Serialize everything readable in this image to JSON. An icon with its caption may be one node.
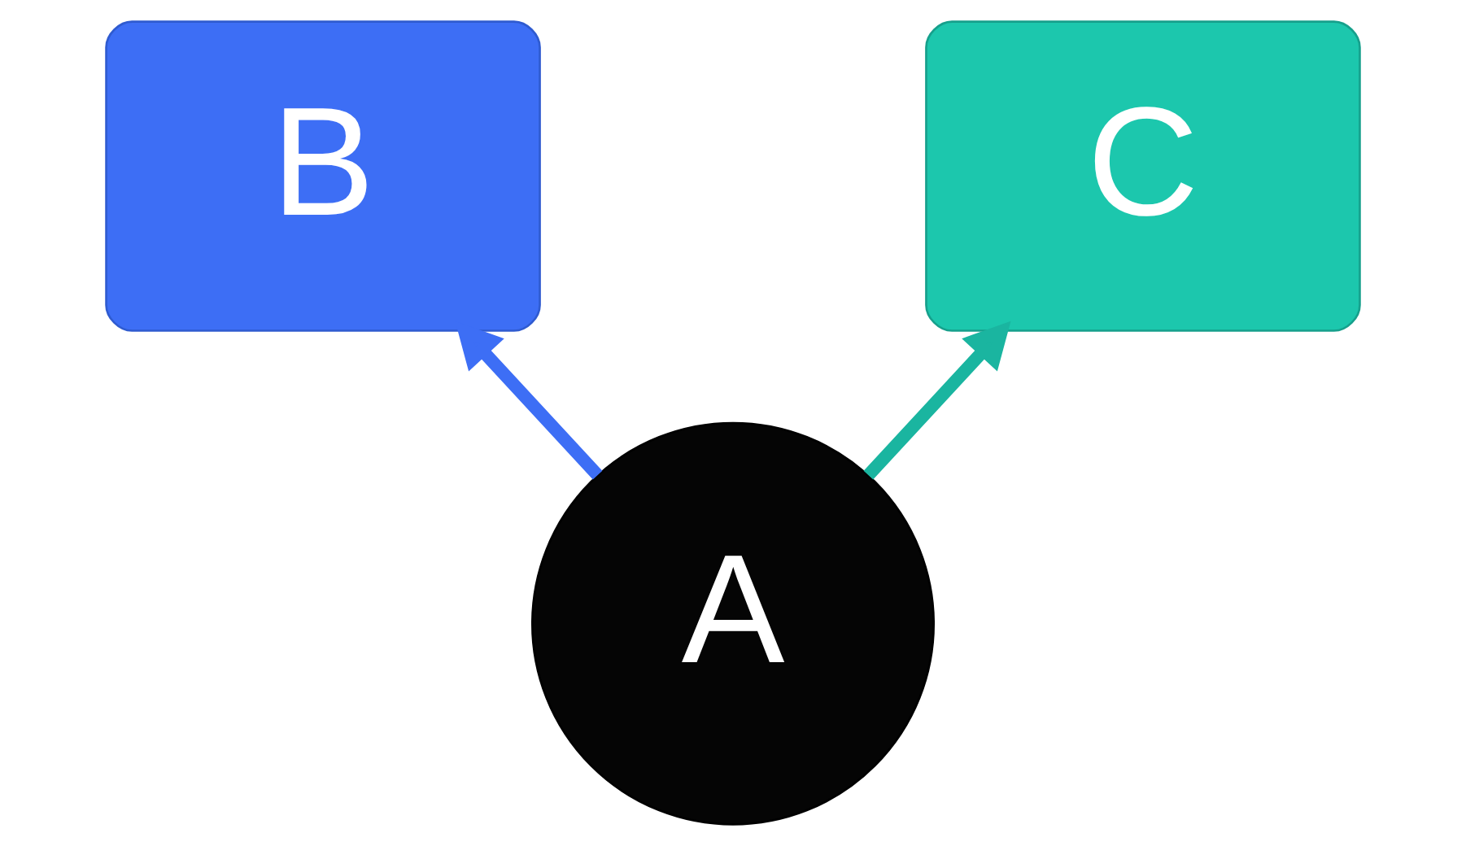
{
  "diagram": {
    "nodes": [
      {
        "text": [
          "A"
        ]
      },
      {
        "text": [
          "B"
        ]
      },
      {
        "text": [
          "C"
        ]
      }
    ],
    "edges": [
      {
        "from": 0,
        "to": 1,
        "arrow": "to",
        "color": "#3d6ef5"
      },
      {
        "from": 0,
        "to": 2,
        "arrow": "to",
        "color": "#1ab5a0"
      }
    ]
  }
}
